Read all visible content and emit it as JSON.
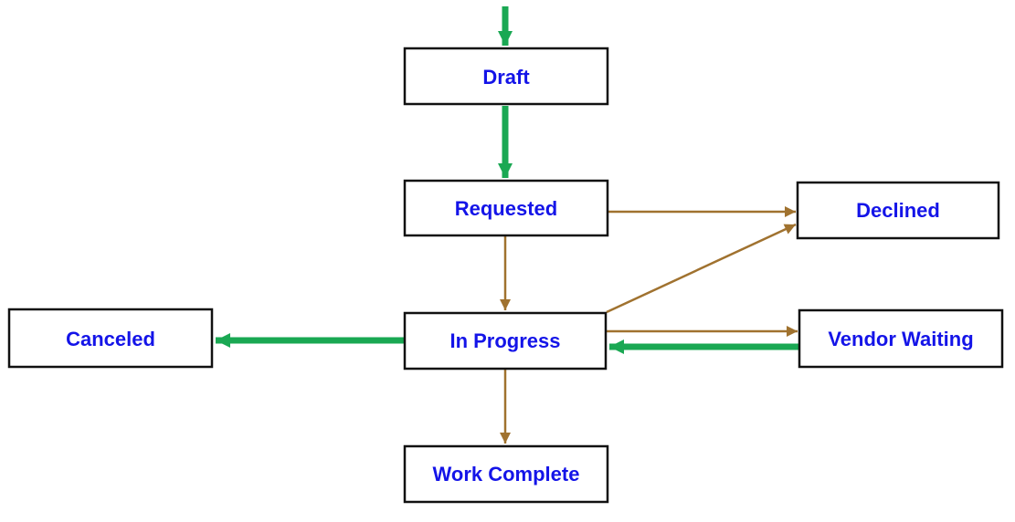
{
  "diagram": {
    "type": "flowchart",
    "description": "Work order status workflow diagram",
    "colors": {
      "background": "#ffffff",
      "node_fill": "#ffffff",
      "node_border": "#111111",
      "label_text": "#1414e8",
      "green_arrow": "#1aa853",
      "brown_arrow": "#a0722f"
    },
    "nodes": {
      "draft": {
        "label": "Draft"
      },
      "requested": {
        "label": "Requested"
      },
      "declined": {
        "label": "Declined"
      },
      "in_progress": {
        "label": "In Progress"
      },
      "canceled": {
        "label": "Canceled"
      },
      "vendor_waiting": {
        "label": "Vendor Waiting"
      },
      "work_complete": {
        "label": "Work Complete"
      }
    },
    "edges": [
      {
        "from": "start",
        "to": "draft",
        "style": "green-thick"
      },
      {
        "from": "draft",
        "to": "requested",
        "style": "green-thick"
      },
      {
        "from": "requested",
        "to": "declined",
        "style": "brown-thin"
      },
      {
        "from": "requested",
        "to": "in_progress",
        "style": "brown-thin"
      },
      {
        "from": "in_progress",
        "to": "declined",
        "style": "brown-thin"
      },
      {
        "from": "in_progress",
        "to": "canceled",
        "style": "green-thick"
      },
      {
        "from": "in_progress",
        "to": "vendor_waiting",
        "style": "brown-thin"
      },
      {
        "from": "vendor_waiting",
        "to": "in_progress",
        "style": "green-thick"
      },
      {
        "from": "in_progress",
        "to": "work_complete",
        "style": "brown-thin"
      }
    ]
  }
}
